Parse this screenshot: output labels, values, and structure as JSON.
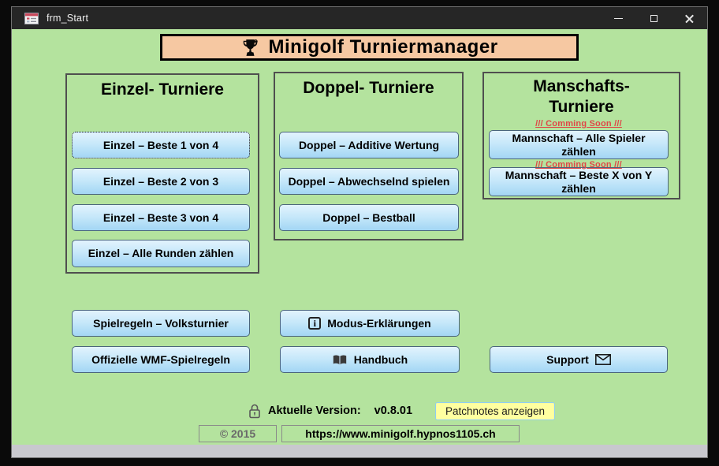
{
  "window": {
    "title": "frm_Start"
  },
  "header": {
    "title": "Minigolf Turniermanager",
    "icon": "trophy-icon"
  },
  "groups": {
    "einzel": {
      "title": "Einzel- Turniere",
      "buttons": [
        "Einzel – Beste 1 von 4",
        "Einzel – Beste 2 von 3",
        "Einzel – Beste 3 von 4",
        "Einzel – Alle Runden zählen"
      ]
    },
    "doppel": {
      "title": "Doppel- Turniere",
      "buttons": [
        "Doppel – Additive Wertung",
        "Doppel – Abwechselnd spielen",
        "Doppel – Bestball"
      ]
    },
    "mannschaft": {
      "title_line1": "Manschafts-",
      "title_line2": "Turniere",
      "coming_soon": "/// Comming Soon ///",
      "buttons": [
        "Mannschaft – Alle Spieler zählen",
        "Mannschaft – Beste X von Y zählen"
      ]
    }
  },
  "actions": {
    "spielregeln_volksturnier": "Spielregeln – Volksturnier",
    "wmf_spielregeln": "Offizielle WMF-Spielregeln",
    "modus_erklaerungen": "Modus-Erklärungen",
    "handbuch": "Handbuch",
    "support": "Support"
  },
  "icons": {
    "info_glyph": "i"
  },
  "footer": {
    "version_label": "Aktuelle Version:",
    "version_value": "v0.8.01",
    "patchnotes_label": "Patchnotes anzeigen",
    "copyright": "© 2015",
    "url": "https://www.minigolf.hypnos1105.ch"
  },
  "colors": {
    "client_background": "#b4e39e",
    "banner_background": "#f6c8a2",
    "button_top": "#e2f3fd",
    "button_bottom": "#a3d6f4",
    "coming_soon_red": "#e04747",
    "patchnotes_yellow": "#ffffa0",
    "titlebar": "#262626"
  }
}
